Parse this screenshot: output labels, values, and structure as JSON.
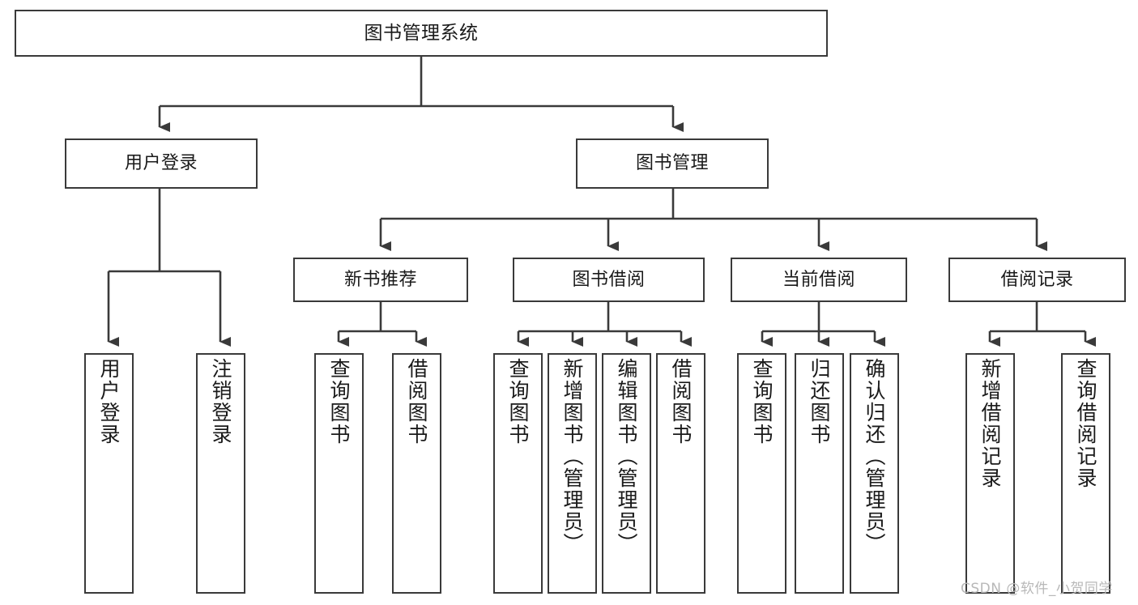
{
  "diagram": {
    "type": "tree-hierarchy-chart",
    "title": "图书管理系统",
    "root": {
      "id": "root",
      "label": "图书管理系统"
    },
    "level1": [
      {
        "id": "user-login",
        "label": "用户登录"
      },
      {
        "id": "book-manage",
        "label": "图书管理"
      }
    ],
    "level2": [
      {
        "id": "new-book-recommend",
        "label": "新书推荐",
        "parent": "book-manage"
      },
      {
        "id": "book-borrow",
        "label": "图书借阅",
        "parent": "book-manage"
      },
      {
        "id": "current-borrow",
        "label": "当前借阅",
        "parent": "book-manage"
      },
      {
        "id": "borrow-record",
        "label": "借阅记录",
        "parent": "book-manage"
      }
    ],
    "leaves": [
      {
        "id": "leaf-user-login",
        "label": "用户登录",
        "parent": "user-login"
      },
      {
        "id": "leaf-user-logout",
        "label": "注销登录",
        "parent": "user-login"
      },
      {
        "id": "leaf-query-book-1",
        "label": "查询图书",
        "parent": "new-book-recommend"
      },
      {
        "id": "leaf-borrow-book-1",
        "label": "借阅图书",
        "parent": "new-book-recommend"
      },
      {
        "id": "leaf-query-book-2",
        "label": "查询图书",
        "parent": "book-borrow"
      },
      {
        "id": "leaf-add-book",
        "label": "新增图书（管理员）",
        "parent": "book-borrow"
      },
      {
        "id": "leaf-edit-book",
        "label": "编辑图书（管理员）",
        "parent": "book-borrow"
      },
      {
        "id": "leaf-borrow-book-2",
        "label": "借阅图书",
        "parent": "book-borrow"
      },
      {
        "id": "leaf-query-book-3",
        "label": "查询图书",
        "parent": "current-borrow"
      },
      {
        "id": "leaf-return-book",
        "label": "归还图书",
        "parent": "current-borrow"
      },
      {
        "id": "leaf-confirm-return",
        "label": "确认归还（管理员）",
        "parent": "current-borrow"
      },
      {
        "id": "leaf-add-record",
        "label": "新增借阅记录",
        "parent": "borrow-record"
      },
      {
        "id": "leaf-query-record",
        "label": "查询借阅记录",
        "parent": "borrow-record"
      }
    ],
    "colors": {
      "stroke": "#3a3a3a",
      "fill": "#ffffff",
      "text": "#1a1a1a",
      "watermark": "#b8b8b8"
    }
  },
  "watermark": {
    "text": "CSDN @软件_小贺同学"
  }
}
